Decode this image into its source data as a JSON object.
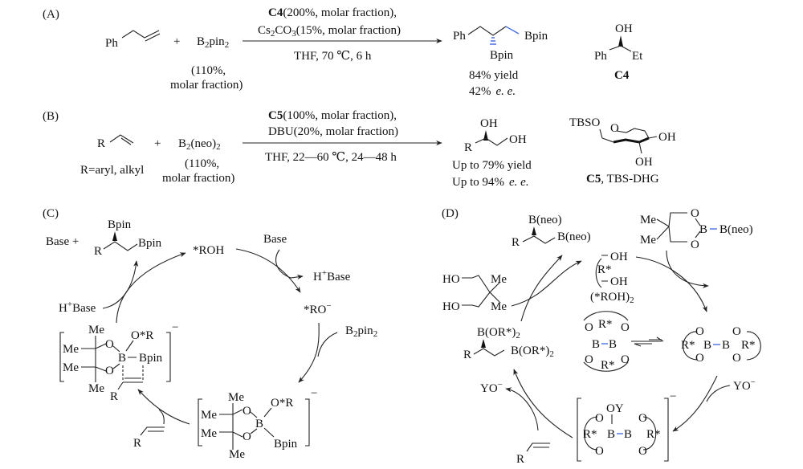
{
  "panelA": {
    "label": "(A)",
    "substrate": "Ph",
    "plus": "+",
    "reagent": "B",
    "reagent_sub1": "2",
    "reagent_mid": "pin",
    "reagent_sub2": "2",
    "reagent_amount1": "(110%,",
    "reagent_amount2": "molar fraction)",
    "cond1_cat": "C4",
    "cond1_rest": "(200%, molar fraction),",
    "cond2_a": "Cs",
    "cond2_sub1": "2",
    "cond2_b": "CO",
    "cond2_sub2": "3",
    "cond2_rest": "(15%, molar fraction)",
    "cond3": "THF, 70 ℃, 6 h",
    "product_ph": "Ph",
    "product_bpin1": "Bpin",
    "product_bpin2": "Bpin",
    "yield": "84% yield",
    "ee_value": "42%",
    "ee_label": "e. e.",
    "cat_oh": "OH",
    "cat_ph": "Ph",
    "cat_et": "Et",
    "cat_label": "C4"
  },
  "panelB": {
    "label": "(B)",
    "substrate": "R",
    "substrate_note": "R=aryl, alkyl",
    "plus": "+",
    "reagent_a": "B",
    "reagent_sub1": "2",
    "reagent_b": "(neo)",
    "reagent_sub2": "2",
    "reagent_amount1": "(110%,",
    "reagent_amount2": "molar fraction)",
    "cond1_cat": "C5",
    "cond1_rest": "(100%, molar fraction),",
    "cond2": "DBU(20%, molar fraction)",
    "cond3": "THF, 22—60 ℃, 24—48 h",
    "product_oh1": "OH",
    "product_oh2": "OH",
    "product_r": "R",
    "yield": "Up to 79% yield",
    "ee_value": "Up to 94%",
    "ee_label": "e. e.",
    "cat_tbso": "TBSO",
    "cat_o": "O",
    "cat_oh1": "OH",
    "cat_oh2": "OH",
    "cat_label_bold": "C5",
    "cat_label_rest": ", TBS-DHG"
  },
  "panelC": {
    "label": "(C)",
    "base_plus": "Base +",
    "product_r": "R",
    "product_bpin1": "Bpin",
    "product_bpin2": "Bpin",
    "roh": "*ROH",
    "base_in": "Base",
    "hbase_out_h": "H",
    "hbase_out_sup": "+",
    "hbase_out_rest": "Base",
    "ro_minus": "*RO",
    "ro_minus_sup": "−",
    "b2pin2_a": "B",
    "b2pin2_sub1": "2",
    "b2pin2_b": "pin",
    "b2pin2_sub2": "2",
    "hbase_in_h": "H",
    "hbase_in_sup": "+",
    "hbase_in_rest": "Base",
    "complex_me": "Me",
    "complex_o": "O",
    "complex_b": "B",
    "complex_bpin": "Bpin",
    "complex_or": "O*R",
    "complex_charge": "−",
    "complex_r": "R",
    "alkene_r": "R"
  },
  "panelD": {
    "label": "(D)",
    "product_bneo1": "B(neo)",
    "product_bneo2": "B(neo)",
    "product_r": "R",
    "diol_oh1": "OH",
    "diol_oh2": "OH",
    "diol_r": "R*",
    "diol_label": "(*ROH)",
    "diol_label_sub": "2",
    "b2neo_me1": "Me",
    "b2neo_me2": "Me",
    "b2neo_o1": "O",
    "b2neo_o2": "O",
    "b2neo_b": "B",
    "b2neo_bneo": "B(neo)",
    "neo_ho1": "HO",
    "neo_ho2": "HO",
    "neo_me1": "Me",
    "neo_me2": "Me",
    "ester_b1": "B(OR*)",
    "ester_sub1": "2",
    "ester_b2": "B(OR*)",
    "ester_sub2": "2",
    "ester_r": "R",
    "bridged_o": "O",
    "bridged_b": "B",
    "bridged_r": "R*",
    "open_o": "O",
    "open_b": "B",
    "open_r": "R*",
    "yo1": "YO",
    "yo1_sup": "−",
    "yo2": "YO",
    "yo2_sup": "−",
    "ate_oy": "OY",
    "ate_o": "O",
    "ate_b": "B",
    "ate_r": "R*",
    "ate_charge": "−",
    "alkene_r": "R"
  }
}
